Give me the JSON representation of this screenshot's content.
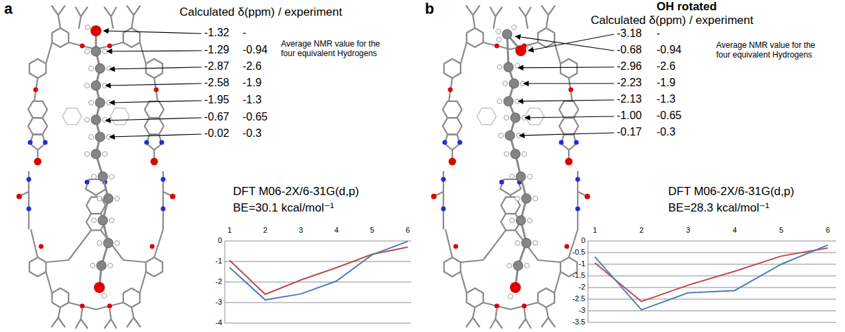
{
  "diagram": {
    "labels": [
      "a",
      "Calculated δ(ppm) / experiment",
      "-1.32",
      "-",
      "-1.29",
      "-0.94",
      "-2.87",
      "-2.6",
      "-2.58",
      "-1.9",
      "-1.95",
      "-1.3",
      "-0.67",
      "-0.65",
      "-0.02",
      "-0.3",
      "Average NMR value for the four equivalent Hydrogens",
      "DFT M06-2X/6-31G(d,p)",
      "BE=30.1 kcal/mol⁻¹",
      "1",
      "2",
      "3",
      "4",
      "5",
      "6",
      "0",
      "-1",
      "-2",
      "-3",
      "-4",
      "b",
      "OH rotated",
      "Calculated δ(ppm) / experiment",
      "-3.18",
      "-",
      "-0.68",
      "-0.94",
      "-2.96",
      "-2.6",
      "-2.23",
      "-1.9",
      "-2.13",
      "-1.3",
      "-1.00",
      "-0.65",
      "-0.17",
      "-0.3",
      "Average NMR value for the four equivalent Hydrogens",
      "DFT M06-2X/6-31G(d,p)",
      "BE=28.3 kcal/mol⁻¹",
      "1",
      "2",
      "3",
      "4",
      "5",
      "6",
      "0",
      "-0.5",
      "-1",
      "-1.5",
      "-2",
      "-2.5",
      "-3",
      "-3.5"
    ]
  }
}
